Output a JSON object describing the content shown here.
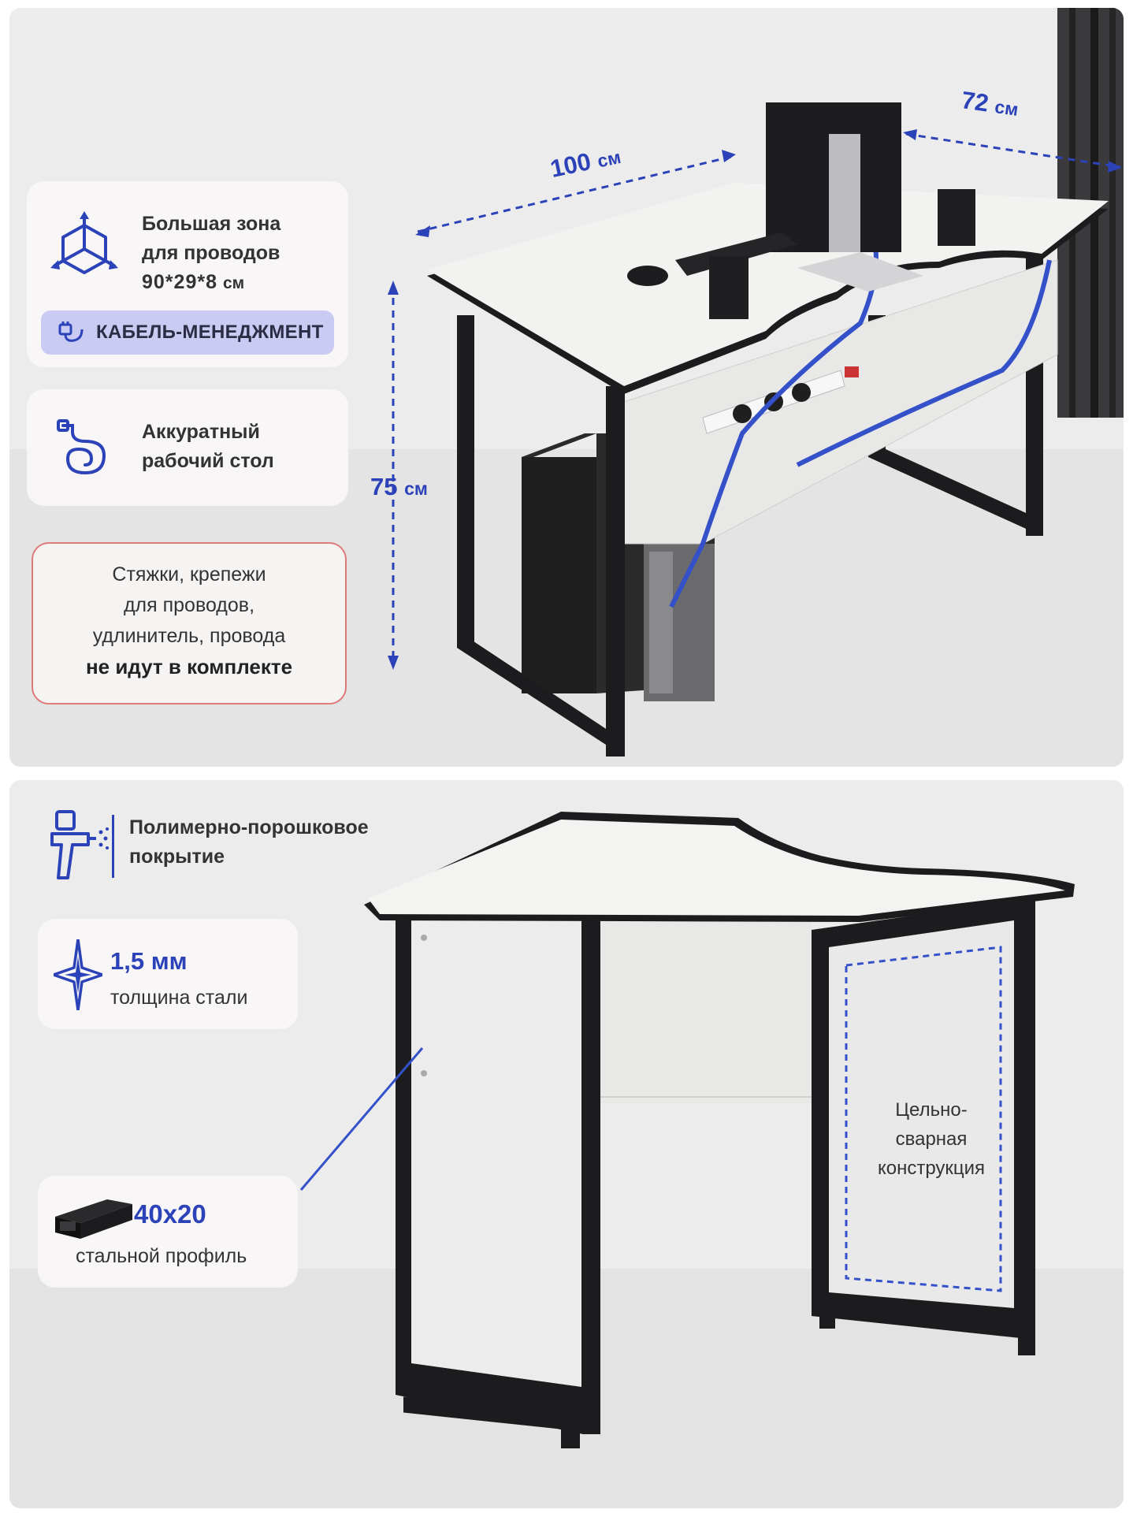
{
  "top_panel": {
    "dimensions": {
      "width_value": "100",
      "width_unit": "см",
      "depth_value": "72",
      "depth_unit": "см",
      "height_value": "75",
      "height_unit": "см"
    },
    "feature_wires": {
      "line1": "Большая зона",
      "line2": "для проводов",
      "size_value": "90*29*8",
      "size_unit": "см",
      "badge": "КАБЕЛЬ-МЕНЕДЖМЕНТ"
    },
    "feature_desk": {
      "line1": "Аккуратный",
      "line2": "рабочий стол"
    },
    "notice": {
      "line1": "Стяжки, крепежи",
      "line2": "для проводов,",
      "line3": "удлинитель, провода",
      "line4": "не идут в комплекте"
    }
  },
  "bottom_panel": {
    "coating": {
      "line1": "Полимерно-порошковое",
      "line2": "покрытие"
    },
    "steel": {
      "value": "1,5 мм",
      "label": "толщина стали"
    },
    "profile": {
      "value": "40x20",
      "label": "стальной профиль"
    },
    "welded": {
      "line1": "Цельно-",
      "line2": "сварная",
      "line3": "конструкция"
    }
  },
  "colors": {
    "accent_blue": "#2c42b8",
    "badge_bg": "#c9cbf3",
    "notice_border": "#e07a7a",
    "frame": "#1c1c1e"
  }
}
